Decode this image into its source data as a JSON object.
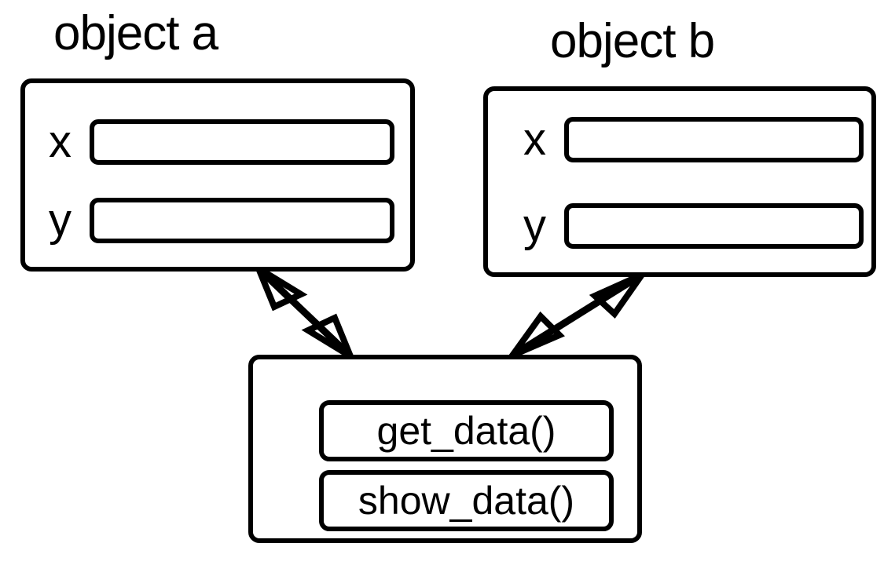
{
  "diagram": {
    "type": "object-relationship-diagram",
    "background_color": "#ffffff",
    "stroke_color": "#000000",
    "objects": [
      {
        "id": "object-a",
        "title": "object a",
        "fields": [
          {
            "label": "x",
            "value": ""
          },
          {
            "label": "y",
            "value": ""
          }
        ]
      },
      {
        "id": "object-b",
        "title": "object b",
        "fields": [
          {
            "label": "x",
            "value": ""
          },
          {
            "label": "y",
            "value": ""
          }
        ]
      }
    ],
    "methods_box": {
      "id": "methods",
      "title": "",
      "methods": [
        {
          "label": "get_data()"
        },
        {
          "label": "show_data()"
        }
      ]
    },
    "connectors": [
      {
        "id": "link-a-methods",
        "from": "object-a",
        "to": "methods",
        "style": "double-headed-open-arrow"
      },
      {
        "id": "link-b-methods",
        "from": "object-b",
        "to": "methods",
        "style": "double-headed-open-arrow"
      }
    ]
  }
}
